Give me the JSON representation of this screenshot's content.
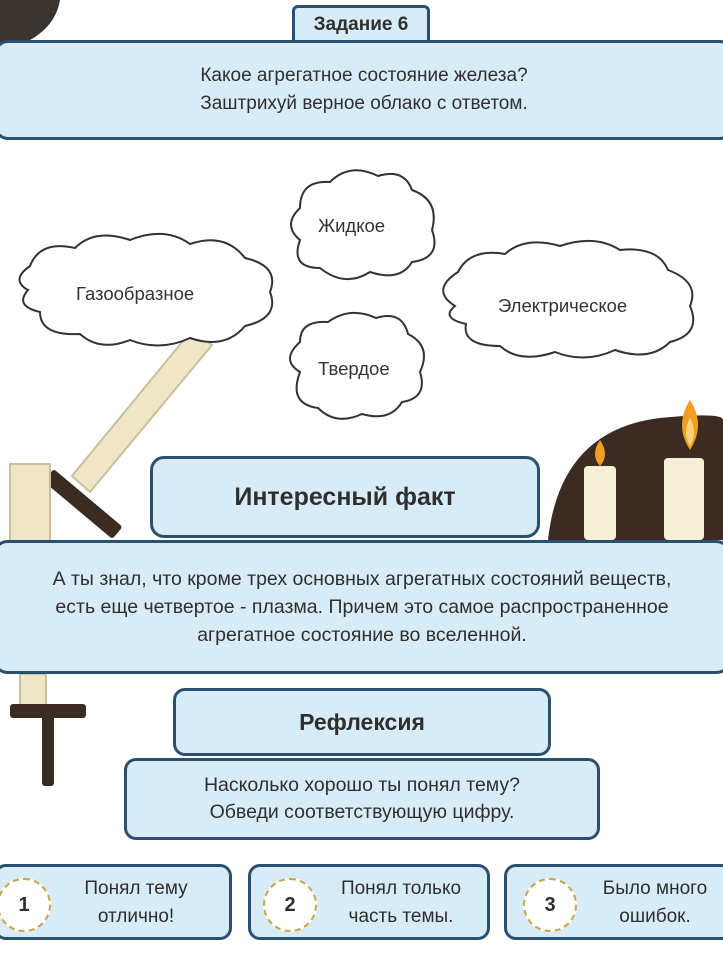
{
  "task": {
    "label": "Задание 6"
  },
  "question": {
    "line1": "Какое агрегатное состояние железа?",
    "line2": "Заштрихуй верное облако с ответом."
  },
  "clouds": {
    "liquid": "Жидкое",
    "gas": "Газообразное",
    "electric": "Электрическое",
    "solid": "Твердое"
  },
  "fact": {
    "title": "Интересный факт",
    "line1": "А ты знал, что кроме трех основных агрегатных состояний веществ,",
    "line2": "есть еще четвертое - плазма. Причем это самое распространенное",
    "line3": "агрегатное состояние во вселенной."
  },
  "reflection": {
    "title": "Рефлексия",
    "line1": "Насколько хорошо ты понял тему?",
    "line2": "Обведи соответствующую цифру.",
    "options": [
      {
        "number": "1",
        "line1": "Понял тему",
        "line2": "отлично!"
      },
      {
        "number": "2",
        "line1": "Понял только",
        "line2": "часть темы."
      },
      {
        "number": "3",
        "line1": "Было много",
        "line2": "ошибок."
      }
    ]
  },
  "colors": {
    "box_fill": "#d8ecf8",
    "box_border": "#2b4f6e",
    "candle_flame": "#f0a020",
    "cave": "#3a2a22"
  }
}
